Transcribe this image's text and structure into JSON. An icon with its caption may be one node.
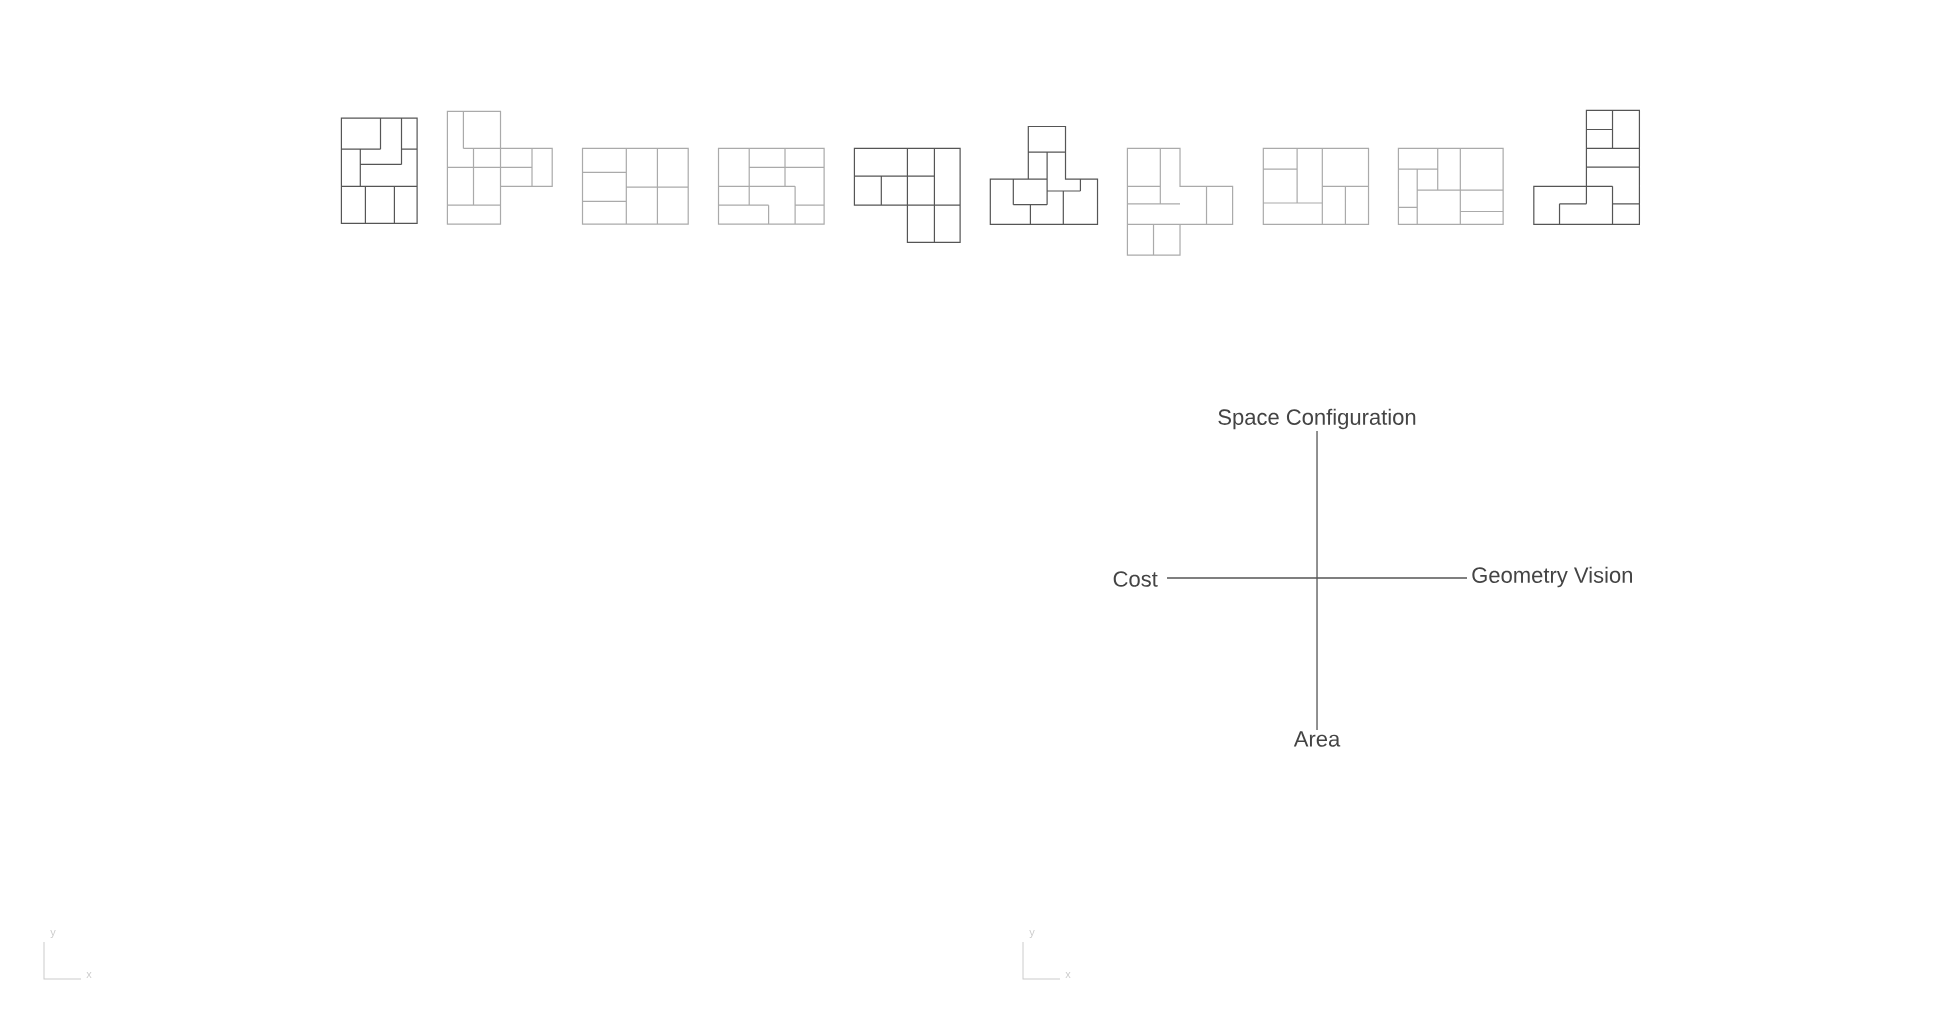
{
  "diagram": {
    "labels": [
      "Space Configuration",
      "Cost",
      "Geometry Vision",
      "Area",
      "y",
      "x",
      "y",
      "x"
    ]
  }
}
